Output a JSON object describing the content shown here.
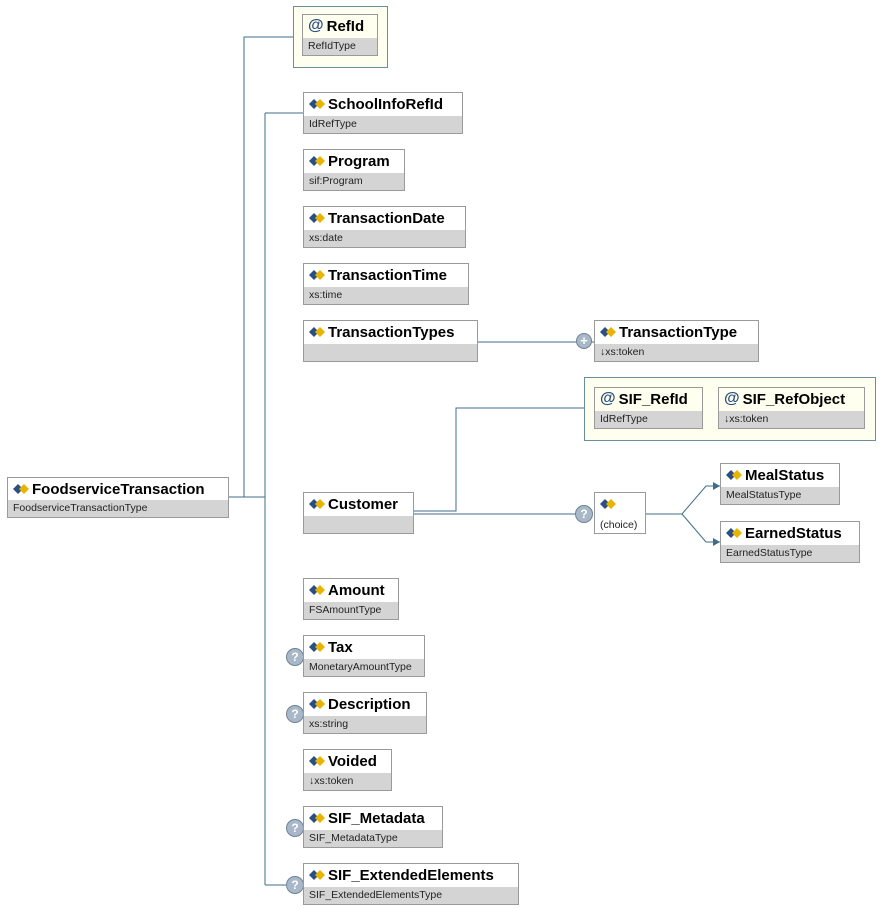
{
  "root": {
    "name": "FoodserviceTransaction",
    "type": "FoodserviceTransactionType"
  },
  "attributes": [
    {
      "name": "RefId",
      "type": "RefIdType"
    }
  ],
  "elements": [
    {
      "name": "SchoolInfoRefId",
      "type": "IdRefType",
      "optional": false
    },
    {
      "name": "Program",
      "type": "sif:Program",
      "optional": false
    },
    {
      "name": "TransactionDate",
      "type": "xs:date",
      "optional": false
    },
    {
      "name": "TransactionTime",
      "type": "xs:time",
      "optional": false
    },
    {
      "name": "TransactionTypes",
      "type": "",
      "optional": false
    },
    {
      "name": "Customer",
      "type": "",
      "optional": false
    },
    {
      "name": "Amount",
      "type": "FSAmountType",
      "optional": false
    },
    {
      "name": "Tax",
      "type": "MonetaryAmountType",
      "optional": true
    },
    {
      "name": "Description",
      "type": "xs:string",
      "optional": true
    },
    {
      "name": "Voided",
      "type": "↓xs:token",
      "optional": false
    },
    {
      "name": "SIF_Metadata",
      "type": "SIF_MetadataType",
      "optional": true
    },
    {
      "name": "SIF_ExtendedElements",
      "type": "SIF_ExtendedElementsType",
      "optional": true
    }
  ],
  "transaction_type": {
    "name": "TransactionType",
    "type": "↓xs:token"
  },
  "customer_attributes": [
    {
      "name": "SIF_RefId",
      "type": "IdRefType"
    },
    {
      "name": "SIF_RefObject",
      "type": "↓xs:token"
    }
  ],
  "choice": {
    "label": "(choice)",
    "optional_symbol": "?"
  },
  "choice_elements": [
    {
      "name": "MealStatus",
      "type": "MealStatusType"
    },
    {
      "name": "EarnedStatus",
      "type": "EarnedStatusType"
    }
  ],
  "symbols": {
    "attribute": "@",
    "optional": "?",
    "expand": "+"
  },
  "colors": {
    "connector": "#3c6e8c",
    "type_bar": "#d4d4d4",
    "attribute_fill": "#fffff0",
    "icon_blue": "#2a4f80",
    "icon_yellow": "#e8b400"
  }
}
